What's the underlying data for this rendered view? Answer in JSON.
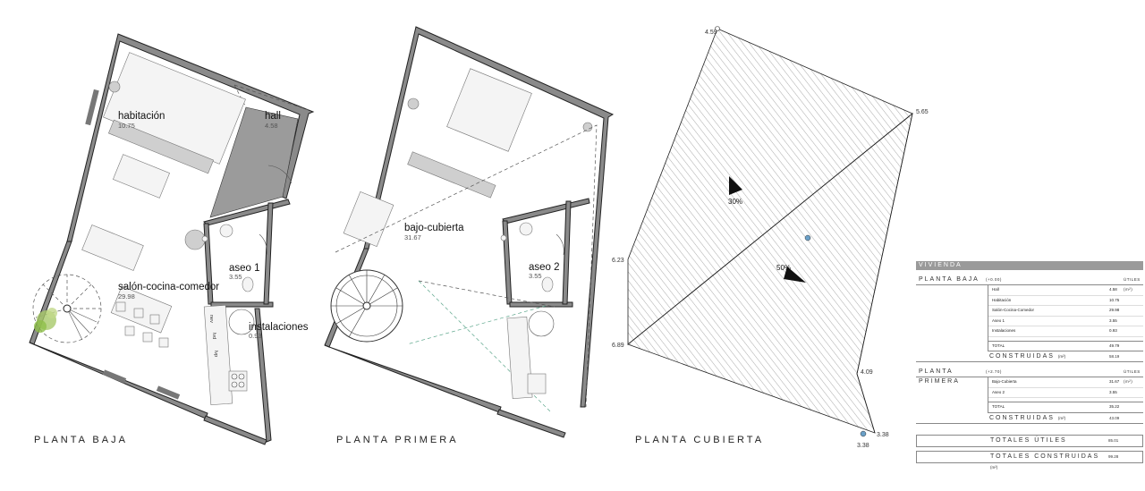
{
  "sheets": {
    "ground": "PLANTA BAJA",
    "first": "PLANTA PRIMERA",
    "roof": "PLANTA CUBIERTA"
  },
  "rooms": {
    "habitacion": {
      "name": "habitación",
      "area": "10.75"
    },
    "hall": {
      "name": "hall",
      "area": "4.58"
    },
    "aseo1": {
      "name": "aseo 1",
      "area": "3.55"
    },
    "salon": {
      "name": "salón-cocina-comedor",
      "area": "29.98"
    },
    "instalaciones": {
      "name": "instalaciones",
      "area": "0.93"
    },
    "bajo_cubierta": {
      "name": "bajo-cubierta",
      "area": "31.67"
    },
    "aseo2": {
      "name": "aseo 2",
      "area": "3.55"
    }
  },
  "appliances": {
    "nev": "nev",
    "lvd": "lvd",
    "lvp": "lvp"
  },
  "roof": {
    "levels": {
      "top": "4.59",
      "right": "5.65",
      "left_upper": "6.23",
      "left_lower": "6.89",
      "lower_right": "4.09",
      "bottom_a": "3.38",
      "bottom_b": "3.38"
    },
    "slopes": {
      "upper": "30%",
      "lower": "50%"
    }
  },
  "table": {
    "header": "VIVIENDA",
    "ground": {
      "title": "PLANTA BAJA",
      "level": "(+0.00)",
      "unit": "ÚTILES (m²)",
      "rows": [
        {
          "name": "Hall",
          "value": "4.58"
        },
        {
          "name": "Habitación",
          "value": "10.75"
        },
        {
          "name": "Salón-Cocina-Comedor",
          "value": "29.98"
        },
        {
          "name": "Aseo 1",
          "value": "3.55"
        },
        {
          "name": "Instalaciones",
          "value": "0.93"
        }
      ],
      "total_label": "TOTAL",
      "total": "49.79",
      "built_label": "CONSTRUIDAS",
      "built_unit": "(m²)",
      "built": "58.19"
    },
    "first": {
      "title": "PLANTA PRIMERA",
      "level": "(+2.70)",
      "unit": "ÚTILES (m²)",
      "rows": [
        {
          "name": "Bajo-Cubierta",
          "value": "31.67"
        },
        {
          "name": "Aseo 2",
          "value": "3.55"
        }
      ],
      "total_label": "TOTAL",
      "total": "35.22",
      "built_label": "CONSTRUIDAS",
      "built_unit": "(m²)",
      "built": "43.09"
    },
    "totals": {
      "useful_label": "TOTALES ÚTILES",
      "useful": "85.01",
      "built_label": "TOTALES CONSTRUIDAS",
      "built_unit": "(m²)",
      "built": "99.28"
    }
  }
}
